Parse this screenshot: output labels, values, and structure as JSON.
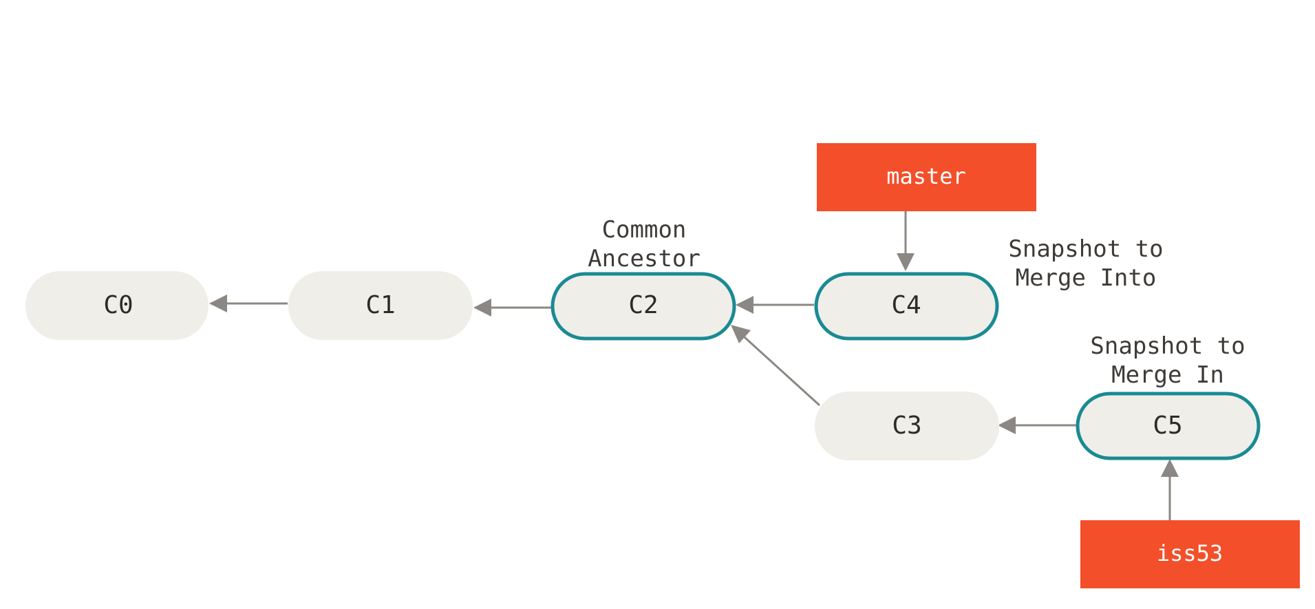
{
  "commits": {
    "c0": "C0",
    "c1": "C1",
    "c2": "C2",
    "c3": "C3",
    "c4": "C4",
    "c5": "C5"
  },
  "branches": {
    "master": "master",
    "iss53": "iss53"
  },
  "annotations": {
    "common_ancestor": [
      "Common",
      "Ancestor"
    ],
    "merge_into": [
      "Snapshot to",
      "Merge Into"
    ],
    "merge_in": [
      "Snapshot to",
      "Merge In"
    ]
  },
  "colors": {
    "commit_fill": "#efeee8",
    "highlight_stroke": "#1a8a94",
    "branch_fill": "#f34f2a",
    "arrow": "#8b8782",
    "text": "#2b2b2b"
  }
}
